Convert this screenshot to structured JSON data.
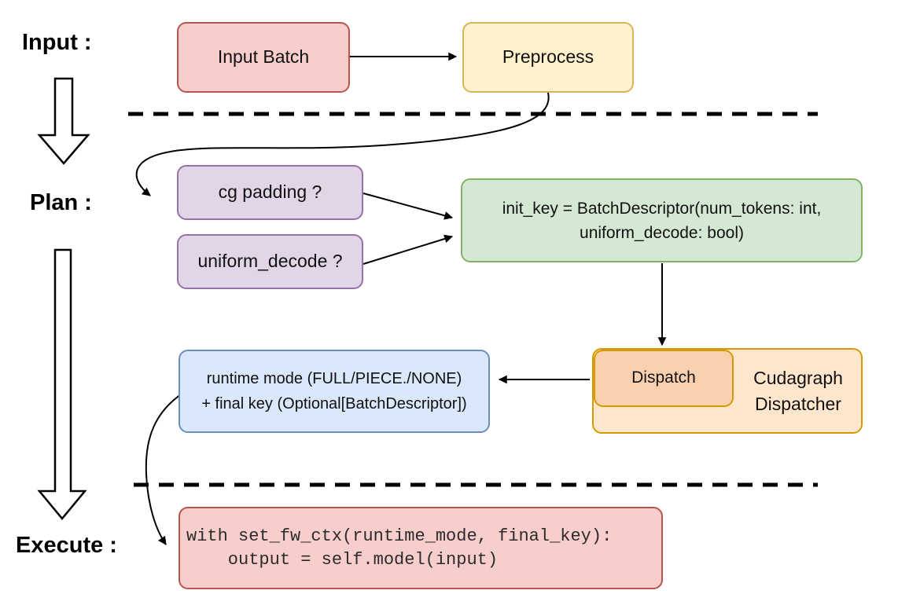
{
  "section_labels": {
    "input": "Input :",
    "plan": "Plan :",
    "execute": "Execute :"
  },
  "nodes": {
    "input_batch": {
      "label": "Input Batch",
      "fill": "#f8cecc",
      "stroke": "#b85450"
    },
    "preprocess": {
      "label": "Preprocess",
      "fill": "#fff2cc",
      "stroke": "#d6b656"
    },
    "cg_padding": {
      "label": "cg padding ?",
      "fill": "#e1d5e7",
      "stroke": "#9673a6"
    },
    "uniform_decode": {
      "label": "uniform_decode ?",
      "fill": "#e1d5e7",
      "stroke": "#9673a6"
    },
    "init_key": {
      "line1": "init_key = BatchDescriptor(num_tokens: int,",
      "line2": "uniform_decode: bool)",
      "fill": "#d5e8d4",
      "stroke": "#82b366"
    },
    "dispatch": {
      "label": "Dispatch",
      "fill": "#fad1b0",
      "stroke": "#d79b00"
    },
    "cudagraph_dispatcher": {
      "line1": "Cudagraph",
      "line2": "Dispatcher",
      "fill": "#ffe6cc",
      "stroke": "#d79b00"
    },
    "runtime_mode": {
      "line1": "runtime mode (FULL/PIECE./NONE)",
      "line2": "+ final key (Optional[BatchDescriptor])",
      "fill": "#dae8fc",
      "stroke": "#6c8ebf"
    },
    "execute_code": {
      "line1": "with set_fw_ctx(runtime_mode, final_key):",
      "line2": "    output = self.model(input)",
      "fill": "#f8cecc",
      "stroke": "#b85450"
    }
  },
  "connector_color": "#000000",
  "dashed_divider_color": "#000000"
}
